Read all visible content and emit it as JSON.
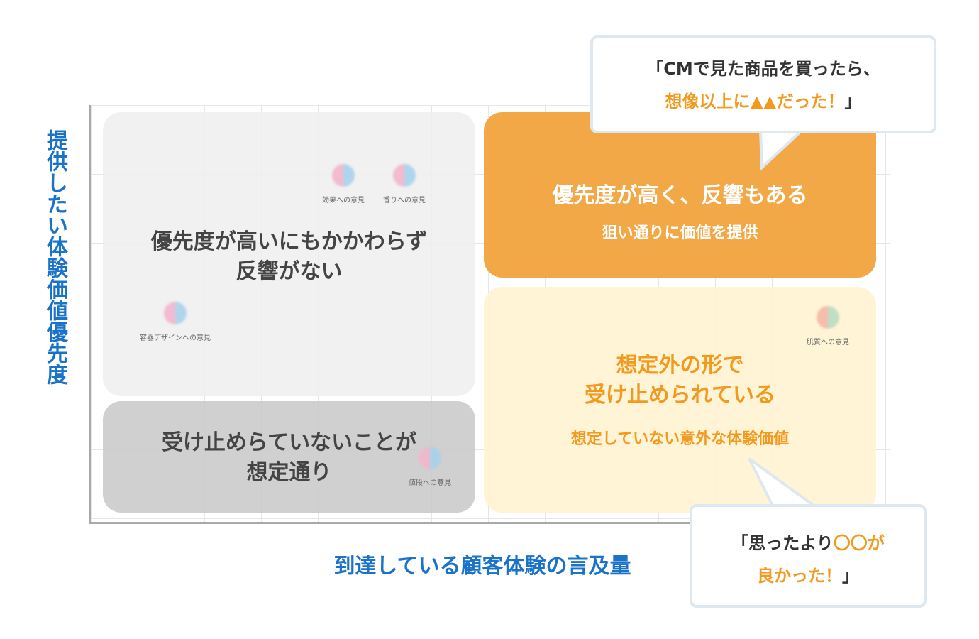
{
  "axes": {
    "y_label": "提供したい体験価値優先度",
    "x_label": "到達している顧客体験の言及量"
  },
  "quadrants": {
    "top_left": {
      "title_line1": "優先度が高いにもかかわらず",
      "title_line2": "反響がない"
    },
    "bottom_left": {
      "title_line1": "受け止めらていないことが",
      "title_line2": "想定通り"
    },
    "top_right": {
      "title": "優先度が高く、反響もある",
      "subtitle": "狙い通りに価値を提供"
    },
    "bottom_right": {
      "title_line1": "想定外の形で",
      "title_line2": "受け止められている",
      "subtitle": "想定していない意外な体験価値"
    }
  },
  "dots": [
    {
      "label": "効果への意見"
    },
    {
      "label": "香りへの意見"
    },
    {
      "label": "容器デザインへの意見"
    },
    {
      "label": "値段への意見"
    },
    {
      "label": "肌質への意見"
    }
  ],
  "callouts": {
    "top": {
      "line1": "「CMで見た商品を買ったら、",
      "line2_highlight": "想像以上に▲▲だった！",
      "line2_end": "」"
    },
    "bottom": {
      "line1_start": "「思ったより",
      "line1_highlight": "〇〇が",
      "line2_highlight": "良かった！",
      "line2_end": "」"
    }
  },
  "colors": {
    "axis_label": "#1a73c9",
    "accent_orange": "#f2a847",
    "accent_text_orange": "#f29a1f"
  }
}
